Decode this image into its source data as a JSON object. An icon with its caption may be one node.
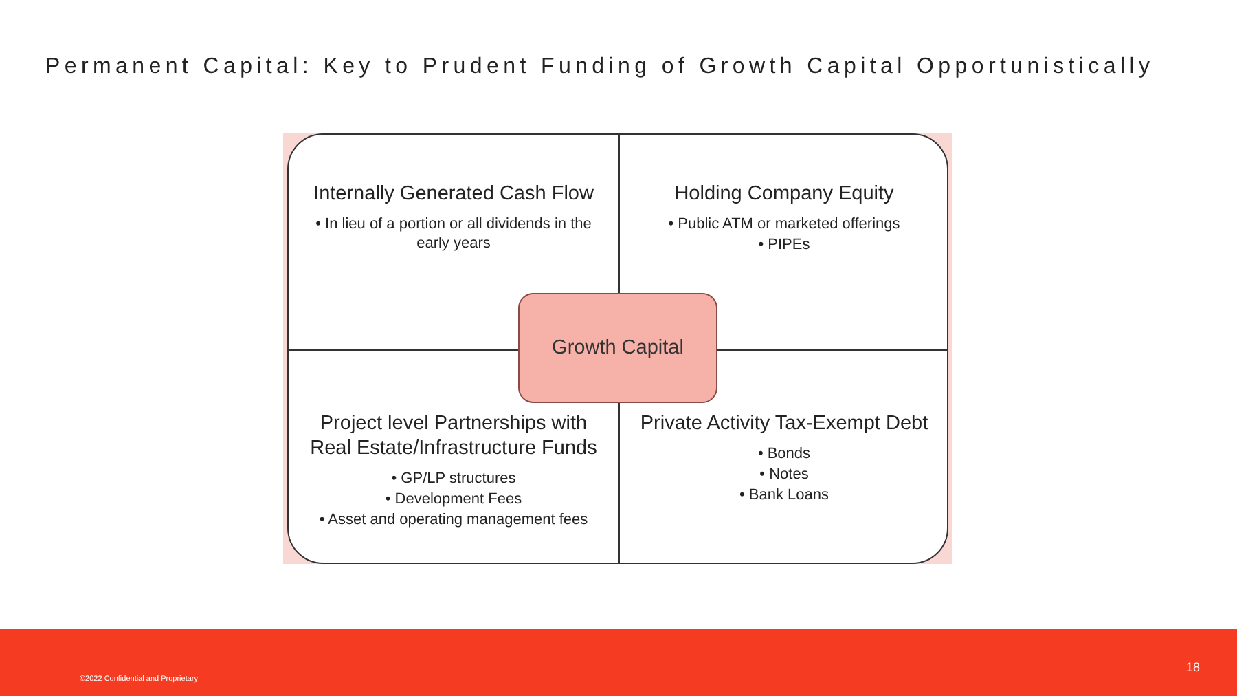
{
  "diagram": {
    "title": "Permanent Capital: Key to Prudent Funding of Growth Capital Opportunistically",
    "nodes": [
      {
        "text": [
          "Internally Generated Cash Flow",
          "• In lieu of a portion or all dividends in the early years"
        ]
      },
      {
        "text": [
          "Holding Company Equity",
          "• Public ATM or marketed offerings",
          "• PIPEs"
        ]
      },
      {
        "text": [
          "Growth Capital"
        ]
      },
      {
        "text": [
          "Project level Partnerships with Real Estate/Infrastructure Funds",
          "• GP/LP structures",
          "• Development Fees",
          "• Asset and operating management fees"
        ]
      },
      {
        "text": [
          "Private Activity Tax-Exempt Debt",
          "• Bonds",
          "• Notes",
          "• Bank Loans"
        ]
      }
    ],
    "labels": [
      "18",
      "©2022 Confidential and Proprietary"
    ]
  }
}
